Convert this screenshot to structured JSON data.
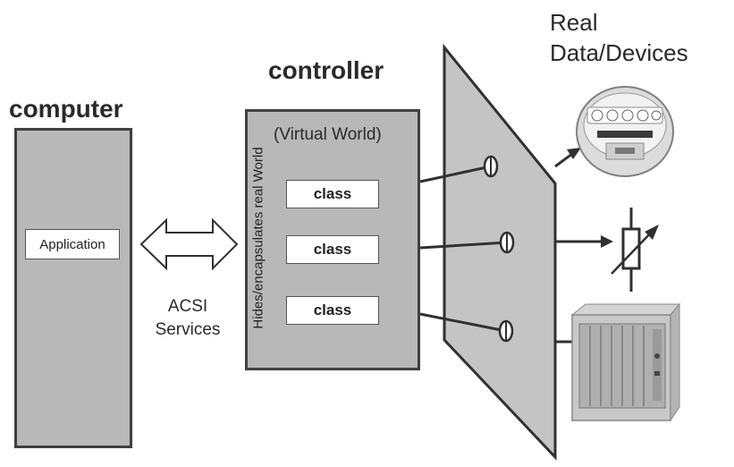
{
  "titles": {
    "computer": "computer",
    "controller": "controller",
    "real_devices": "Real Data/Devices"
  },
  "computer": {
    "application_label": "Application"
  },
  "link": {
    "label": "ACSI Services"
  },
  "controller": {
    "virtual_world_label": "(Virtual World)",
    "side_label": "Hides/encapsulates real World",
    "classes": [
      "class",
      "class",
      "class"
    ]
  },
  "devices": {
    "icons": [
      "meter-icon",
      "variable-resistor-icon",
      "rack-equipment-icon"
    ]
  },
  "colors": {
    "box_fill": "#b8b8b8",
    "outline": "#404040",
    "text": "#2a2a2a"
  }
}
